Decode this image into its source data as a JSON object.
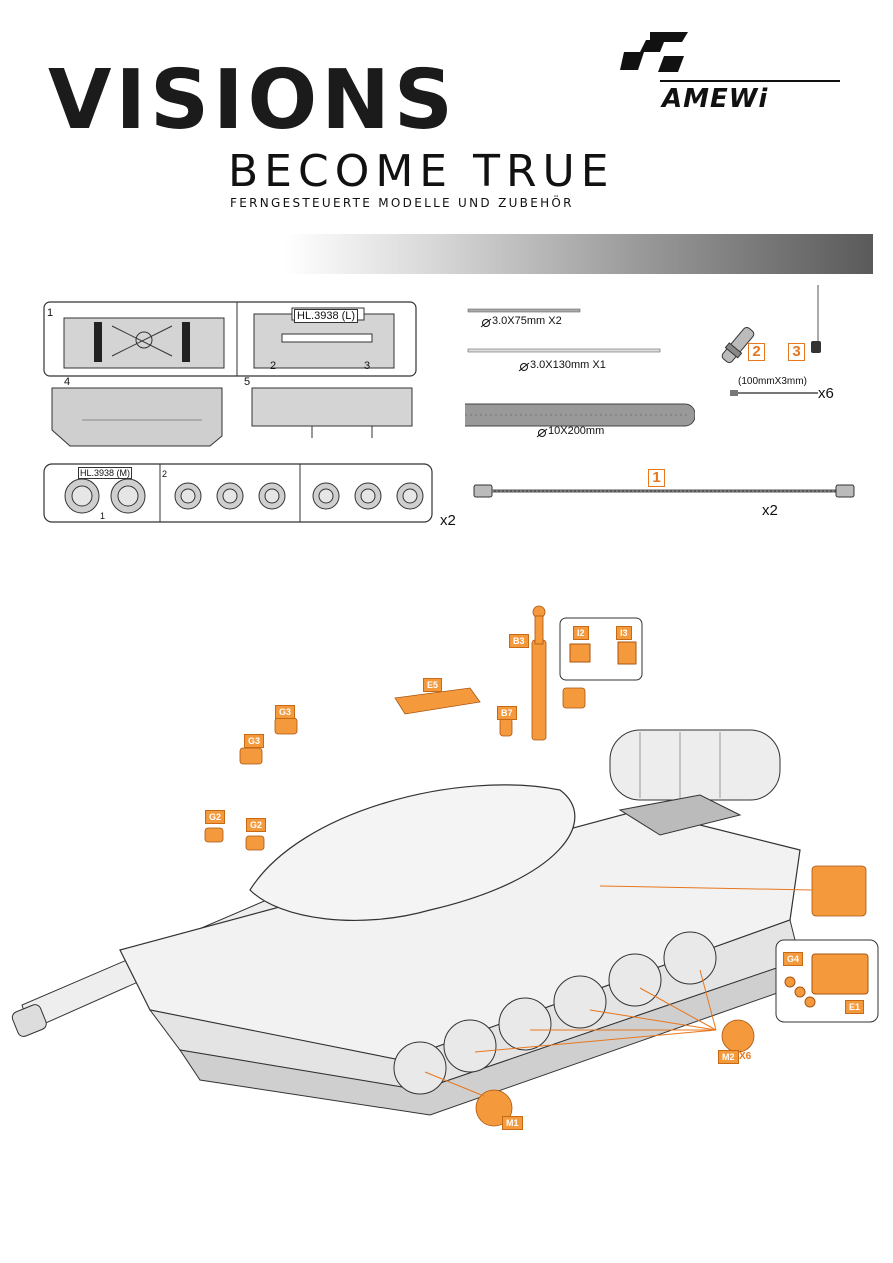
{
  "header": {
    "headline": "VISIONS",
    "tagline": "BECOME TRUE",
    "subline": "FERNGESTEUERTE MODELLE UND ZUBEHÖR",
    "brand": "AMEWi"
  },
  "parts": {
    "sprue_a_code": "HL.3938 (L)",
    "sprue_a_numbers": [
      "1",
      "2",
      "3",
      "4",
      "5"
    ],
    "sprue_b_code": "HL.3938 (M)",
    "sprue_b_numbers": [
      "1",
      "2"
    ],
    "sprue_b_qty": "x2",
    "rod_1": "3.0X75mm X2",
    "rod_2": "3.0X130mm X1",
    "tube": "10X200mm",
    "part_2": "2",
    "part_3": "3",
    "ties": "(100mmX3mm)",
    "ties_qty": "x6",
    "cable_box": "1",
    "cable_qty": "x2"
  },
  "assembly": {
    "tags": [
      "B3",
      "I2",
      "I3",
      "E5",
      "B7",
      "G3",
      "G3",
      "G2",
      "G2",
      "G4",
      "E1",
      "M2",
      "M1"
    ],
    "m2_qty": "X6"
  },
  "colors": {
    "accent": "#e8771e",
    "part_fill": "#f59a3c",
    "line": "#333333"
  }
}
